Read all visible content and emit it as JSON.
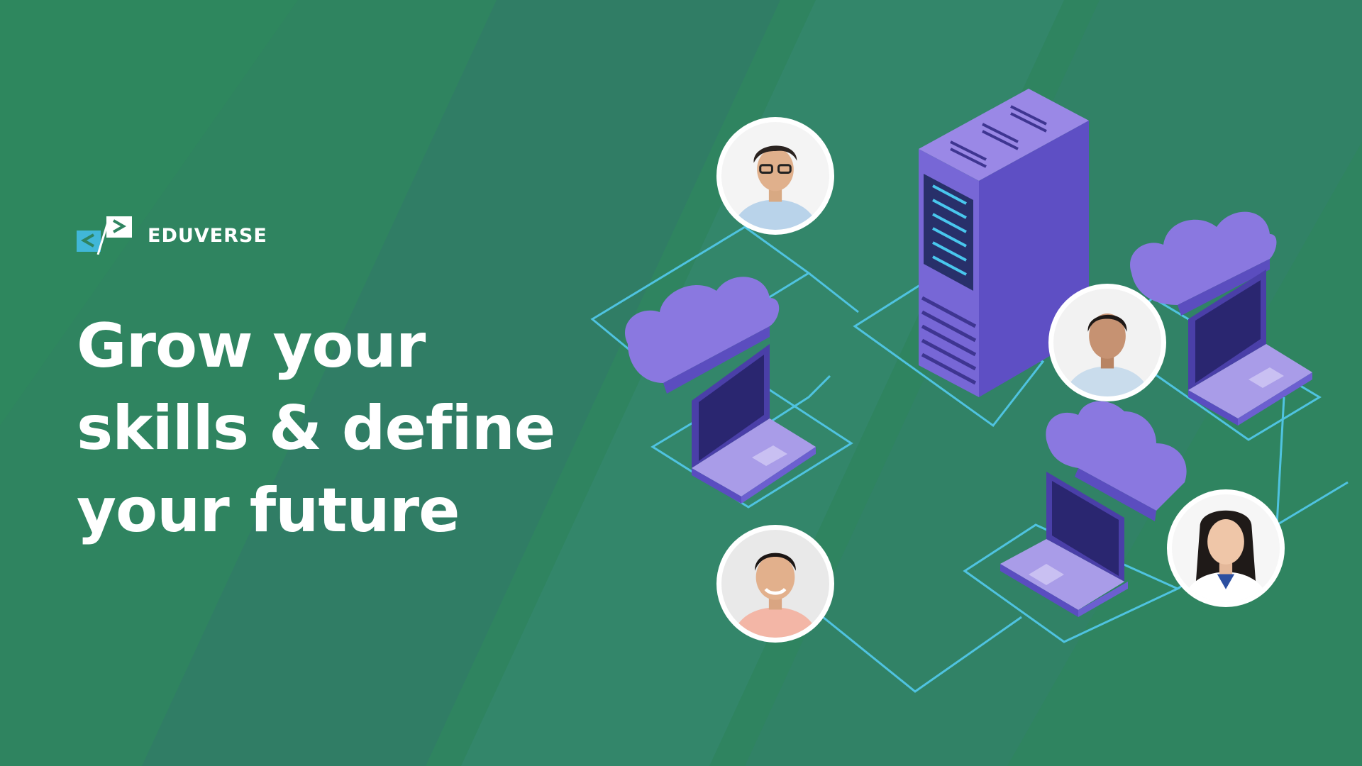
{
  "brand": {
    "name": "EDUVERSE",
    "icon": "code-brackets-icon"
  },
  "hero": {
    "lines": [
      "Grow your",
      "skills & define",
      "your future"
    ]
  },
  "illustration": {
    "icons": [
      "server-icon",
      "cloud-icon",
      "laptop-icon"
    ],
    "colors": {
      "background": "#2f8460",
      "accent_purple": "#6c5fd0",
      "network_line": "#4fc3e0"
    }
  },
  "avatars": [
    {
      "name": "avatar-1",
      "shirt": "#b9d3ea",
      "bg": "#f4f4f4"
    },
    {
      "name": "avatar-2",
      "shirt": "#c9dcec",
      "bg": "#f2f2f2"
    },
    {
      "name": "avatar-3",
      "shirt": "#f3b6a6",
      "bg": "#e9e9e9"
    },
    {
      "name": "avatar-4",
      "shirt": "#ffffff",
      "bg": "#f6f6f6"
    }
  ]
}
